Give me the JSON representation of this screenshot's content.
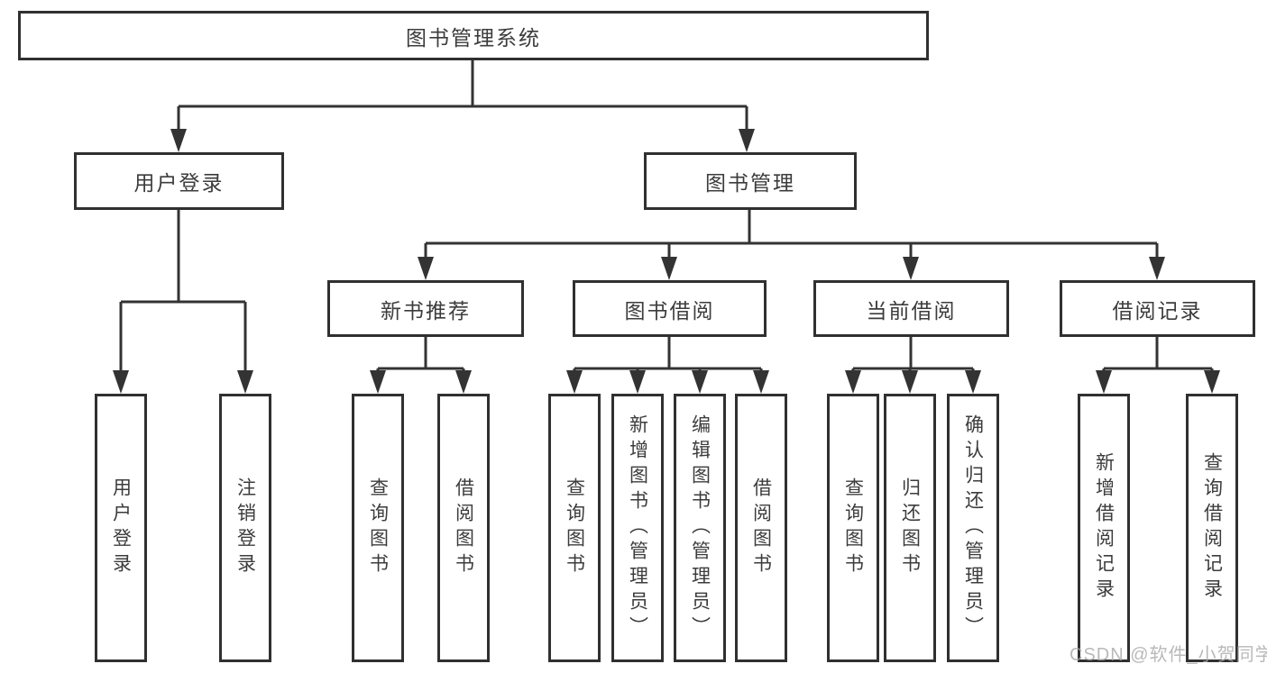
{
  "tree": {
    "root": {
      "label": "图书管理系统"
    },
    "level2": [
      {
        "label": "用户登录"
      },
      {
        "label": "图书管理"
      }
    ],
    "level3": [
      {
        "label": "新书推荐",
        "parent": "图书管理"
      },
      {
        "label": "图书借阅",
        "parent": "图书管理"
      },
      {
        "label": "当前借阅",
        "parent": "图书管理"
      },
      {
        "label": "借阅记录",
        "parent": "图书管理"
      }
    ],
    "leaves": [
      {
        "label": "用户登录",
        "parent": "用户登录"
      },
      {
        "label": "注销登录",
        "parent": "用户登录"
      },
      {
        "label": "查询图书",
        "parent": "新书推荐"
      },
      {
        "label": "借阅图书",
        "parent": "新书推荐"
      },
      {
        "label": "查询图书",
        "parent": "图书借阅"
      },
      {
        "label": "新增图书（管理员）",
        "parent": "图书借阅"
      },
      {
        "label": "编辑图书（管理员）",
        "parent": "图书借阅"
      },
      {
        "label": "借阅图书",
        "parent": "图书借阅"
      },
      {
        "label": "查询图书",
        "parent": "当前借阅"
      },
      {
        "label": "归还图书",
        "parent": "当前借阅"
      },
      {
        "label": "确认归还（管理员）",
        "parent": "当前借阅"
      },
      {
        "label": "新增借阅记录",
        "parent": "借阅记录"
      },
      {
        "label": "查询借阅记录",
        "parent": "借阅记录"
      }
    ]
  },
  "watermark": "CSDN @软件_小贺同学",
  "colors": {
    "line": "#333333",
    "box_border": "#303030",
    "text": "#3c3c3c",
    "background": "#ffffff",
    "watermark": "#a8a8a8"
  }
}
